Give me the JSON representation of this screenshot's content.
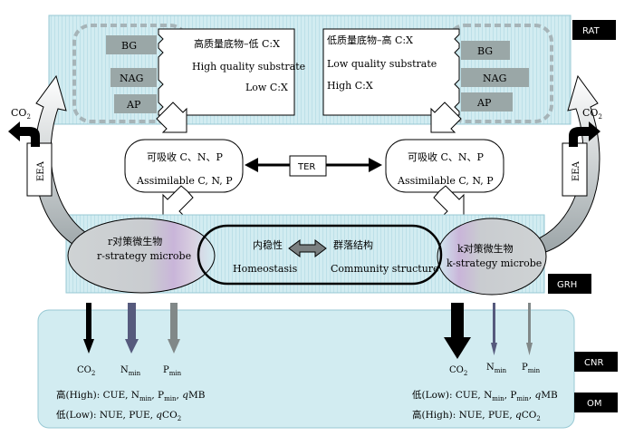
{
  "colors": {
    "panel_fill": "#d2ecf1",
    "panel_stroke": "#98c9d4",
    "enzyme_box": "#9aa7a7",
    "dashed_outline": "#a6b4b8",
    "label_box": "#000000",
    "co2_arrow": "#000000",
    "n_arrow": "#565a7d",
    "p_arrow": "#818888"
  },
  "tags": {
    "rat": "RAT",
    "grh": "GRH",
    "cnr": "CNR",
    "om": "OM"
  },
  "enzymes": {
    "left": [
      "BG",
      "NAG",
      "AP"
    ],
    "right": [
      "BG",
      "NAG",
      "AP"
    ]
  },
  "substrate_high": {
    "zh": "高质量底物–低 C:X",
    "en": "High quality substrate",
    "cx": "Low C:X"
  },
  "substrate_low": {
    "zh": "低质量底物–高 C:X",
    "en": "Low quality substrate",
    "cx": "High C:X"
  },
  "assimilable_left": {
    "zh": "可吸收 C、N、P",
    "en": "Assimilable C, N, P"
  },
  "assimilable_right": {
    "zh": "可吸收 C、N、P",
    "en": "Assimilable C, N, P"
  },
  "ter": "TER",
  "eea_left": "EEA",
  "eea_right": "EEA",
  "co2_side_left": {
    "base": "CO",
    "sub": "2"
  },
  "co2_side_right": {
    "base": "CO",
    "sub": "2"
  },
  "r_microbe": {
    "zh": "r对策微生物",
    "en": "r-strategy microbe"
  },
  "k_microbe": {
    "zh": "k对策微生物",
    "en": "k-strategy microbe"
  },
  "homeostasis": {
    "zh": "内稳性",
    "en": "Homeostasis"
  },
  "community": {
    "zh": "群落结构",
    "en": "Community structure"
  },
  "outputs_left": {
    "co2": {
      "base": "CO",
      "sub": "2"
    },
    "nmin": {
      "base": "N",
      "sub": "min"
    },
    "pmin": {
      "base": "P",
      "sub": "min"
    }
  },
  "outputs_right": {
    "co2": {
      "base": "CO",
      "sub": "2"
    },
    "nmin": {
      "base": "N",
      "sub": "min"
    },
    "pmin": {
      "base": "P",
      "sub": "min"
    }
  },
  "left_high": {
    "prefix": "高(High): CUE, N",
    "sub1": "min",
    "mid": ", P",
    "sub2": "min",
    "sep": ", ",
    "q": "q",
    "tail": "MB"
  },
  "left_low": {
    "prefix": "低(Low): NUE, PUE, ",
    "q": "q",
    "tail": "CO",
    "sub": "2"
  },
  "right_low": {
    "prefix": "低(Low): CUE, N",
    "sub1": "min",
    "mid": ", P",
    "sub2": "min",
    "sep": ", ",
    "q": "q",
    "tail": "MB"
  },
  "right_high": {
    "prefix": "高(High): NUE, PUE, ",
    "q": "q",
    "tail": "CO",
    "sub": "2"
  }
}
